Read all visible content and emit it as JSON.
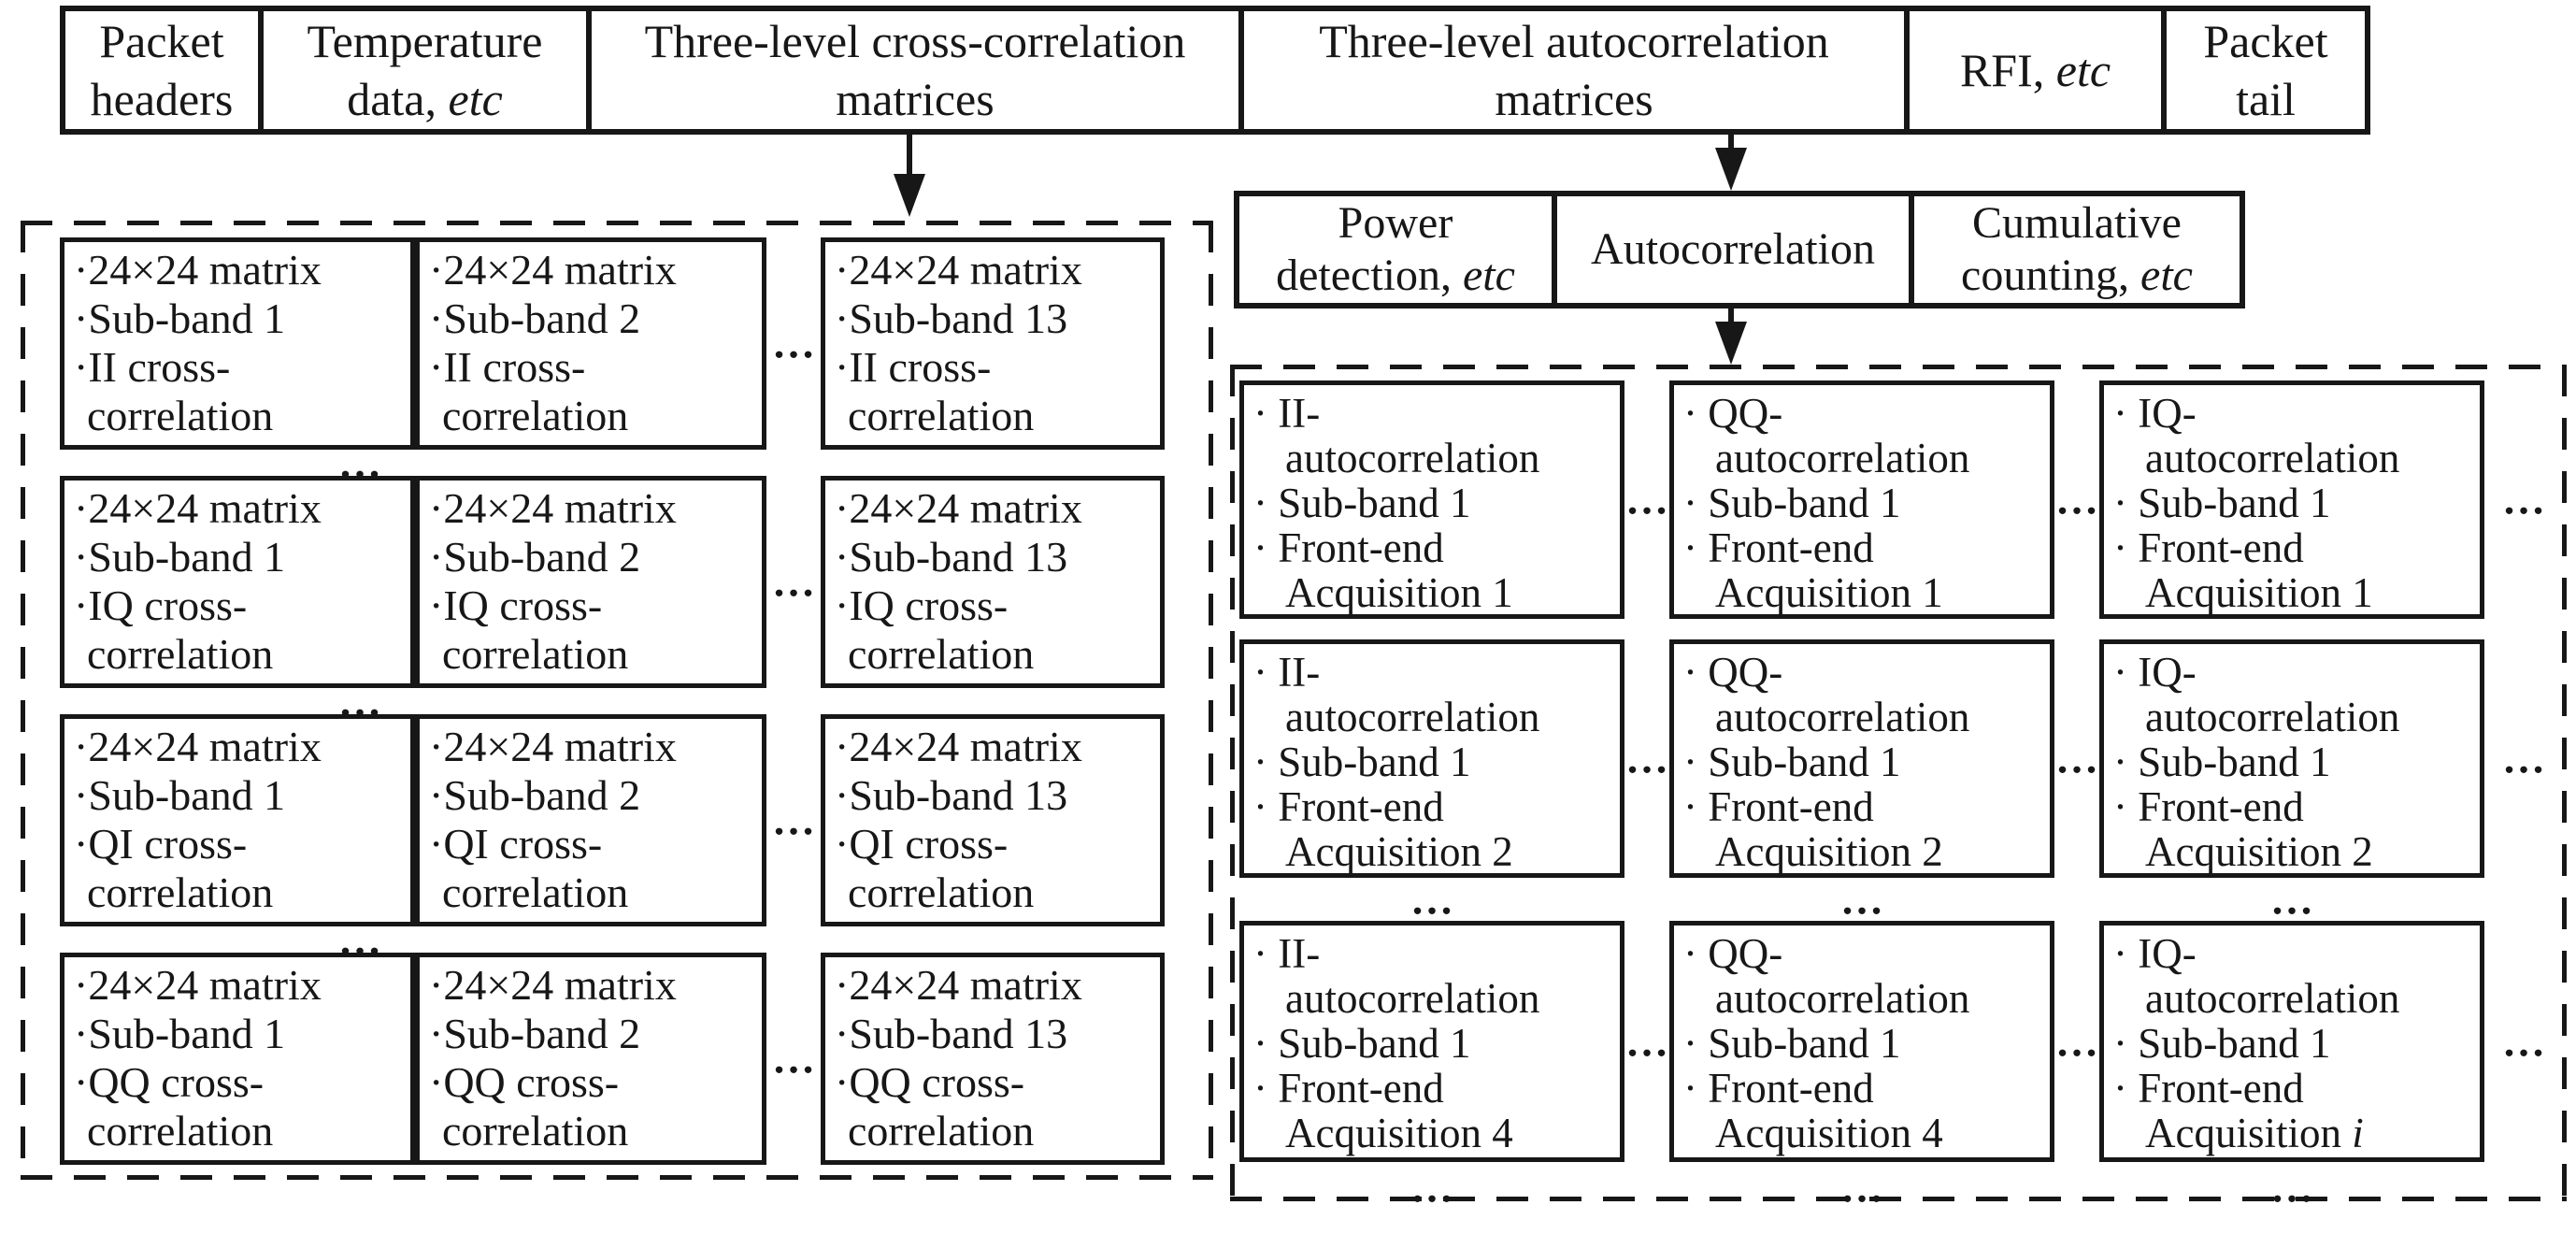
{
  "figure_title": "Data packet structure with three-level cross-correlation and autocorrelation matrices",
  "colors": {
    "ink": "#171717",
    "background": "#ffffff"
  },
  "symbols": {
    "ellipsis": "…",
    "bullet": "·"
  },
  "packet_row": {
    "cells": [
      {
        "name": "packet-headers",
        "lines": [
          {
            "segs": [
              {
                "t": "Packet"
              }
            ]
          },
          {
            "segs": [
              {
                "t": "headers"
              }
            ]
          }
        ]
      },
      {
        "name": "temperature-data",
        "lines": [
          {
            "segs": [
              {
                "t": "Temperature"
              }
            ]
          },
          {
            "segs": [
              {
                "t": "data, "
              },
              {
                "t": "etc",
                "italic": true
              }
            ]
          }
        ]
      },
      {
        "name": "cross-correlation-matrices",
        "lines": [
          {
            "segs": [
              {
                "t": "Three-level cross-correlation"
              }
            ]
          },
          {
            "segs": [
              {
                "t": "matrices"
              }
            ]
          }
        ]
      },
      {
        "name": "autocorrelation-matrices",
        "lines": [
          {
            "segs": [
              {
                "t": "Three-level autocorrelation"
              }
            ]
          },
          {
            "segs": [
              {
                "t": "matrices"
              }
            ]
          }
        ]
      },
      {
        "name": "rfi",
        "lines": [
          {
            "segs": [
              {
                "t": "RFI, "
              },
              {
                "t": "etc",
                "italic": true
              }
            ]
          }
        ]
      },
      {
        "name": "packet-tail",
        "lines": [
          {
            "segs": [
              {
                "t": "Packet"
              }
            ]
          },
          {
            "segs": [
              {
                "t": "tail"
              }
            ]
          }
        ]
      }
    ]
  },
  "process_row": {
    "cells": [
      {
        "name": "power-detection",
        "lines": [
          {
            "segs": [
              {
                "t": "Power"
              }
            ]
          },
          {
            "segs": [
              {
                "t": "detection, "
              },
              {
                "t": "etc",
                "italic": true
              }
            ]
          }
        ]
      },
      {
        "name": "autocorrelation",
        "lines": [
          {
            "segs": [
              {
                "t": "Autocorrelation"
              }
            ]
          }
        ]
      },
      {
        "name": "cumulative-counting",
        "lines": [
          {
            "segs": [
              {
                "t": "Cumulative"
              }
            ]
          },
          {
            "segs": [
              {
                "t": "counting, "
              },
              {
                "t": "etc",
                "italic": true
              }
            ]
          }
        ]
      }
    ]
  },
  "cross_grid": {
    "boxes": [
      {
        "name": "cross-II-subband-1",
        "row": 0,
        "col": 0,
        "lines": [
          {
            "segs": [
              {
                "t": "·24×24 matrix"
              }
            ]
          },
          {
            "segs": [
              {
                "t": "·Sub-band 1"
              }
            ]
          },
          {
            "segs": [
              {
                "t": "·II cross-"
              }
            ]
          },
          {
            "segs": [
              {
                "t": "correlation"
              }
            ],
            "cont": true
          }
        ]
      },
      {
        "name": "cross-II-subband-2",
        "row": 0,
        "col": 1,
        "lines": [
          {
            "segs": [
              {
                "t": "·24×24 matrix"
              }
            ]
          },
          {
            "segs": [
              {
                "t": "·Sub-band 2"
              }
            ]
          },
          {
            "segs": [
              {
                "t": "·II cross-"
              }
            ]
          },
          {
            "segs": [
              {
                "t": "correlation"
              }
            ],
            "cont": true
          }
        ]
      },
      {
        "name": "cross-II-subband-13",
        "row": 0,
        "col": 2,
        "lines": [
          {
            "segs": [
              {
                "t": "·24×24 matrix"
              }
            ]
          },
          {
            "segs": [
              {
                "t": "·Sub-band 13"
              }
            ]
          },
          {
            "segs": [
              {
                "t": "·II cross-"
              }
            ]
          },
          {
            "segs": [
              {
                "t": "correlation"
              }
            ],
            "cont": true
          }
        ]
      },
      {
        "name": "cross-IQ-subband-1",
        "row": 1,
        "col": 0,
        "lines": [
          {
            "segs": [
              {
                "t": "·24×24 matrix"
              }
            ]
          },
          {
            "segs": [
              {
                "t": "·Sub-band 1"
              }
            ]
          },
          {
            "segs": [
              {
                "t": "·IQ cross-"
              }
            ]
          },
          {
            "segs": [
              {
                "t": "correlation"
              }
            ],
            "cont": true
          }
        ]
      },
      {
        "name": "cross-IQ-subband-2",
        "row": 1,
        "col": 1,
        "lines": [
          {
            "segs": [
              {
                "t": "·24×24 matrix"
              }
            ]
          },
          {
            "segs": [
              {
                "t": "·Sub-band 2"
              }
            ]
          },
          {
            "segs": [
              {
                "t": "·IQ cross-"
              }
            ]
          },
          {
            "segs": [
              {
                "t": "correlation"
              }
            ],
            "cont": true
          }
        ]
      },
      {
        "name": "cross-IQ-subband-13",
        "row": 1,
        "col": 2,
        "lines": [
          {
            "segs": [
              {
                "t": "·24×24 matrix"
              }
            ]
          },
          {
            "segs": [
              {
                "t": "·Sub-band 13"
              }
            ]
          },
          {
            "segs": [
              {
                "t": "·IQ cross-"
              }
            ]
          },
          {
            "segs": [
              {
                "t": "correlation"
              }
            ],
            "cont": true
          }
        ]
      },
      {
        "name": "cross-QI-subband-1",
        "row": 2,
        "col": 0,
        "lines": [
          {
            "segs": [
              {
                "t": "·24×24 matrix"
              }
            ]
          },
          {
            "segs": [
              {
                "t": "·Sub-band 1"
              }
            ]
          },
          {
            "segs": [
              {
                "t": "·QI cross-"
              }
            ]
          },
          {
            "segs": [
              {
                "t": "correlation"
              }
            ],
            "cont": true
          }
        ]
      },
      {
        "name": "cross-QI-subband-2",
        "row": 2,
        "col": 1,
        "lines": [
          {
            "segs": [
              {
                "t": "·24×24 matrix"
              }
            ]
          },
          {
            "segs": [
              {
                "t": "·Sub-band 2"
              }
            ]
          },
          {
            "segs": [
              {
                "t": "·QI cross-"
              }
            ]
          },
          {
            "segs": [
              {
                "t": "correlation"
              }
            ],
            "cont": true
          }
        ]
      },
      {
        "name": "cross-QI-subband-13",
        "row": 2,
        "col": 2,
        "lines": [
          {
            "segs": [
              {
                "t": "·24×24 matrix"
              }
            ]
          },
          {
            "segs": [
              {
                "t": "·Sub-band 13"
              }
            ]
          },
          {
            "segs": [
              {
                "t": "·QI cross-"
              }
            ]
          },
          {
            "segs": [
              {
                "t": "correlation"
              }
            ],
            "cont": true
          }
        ]
      },
      {
        "name": "cross-QQ-subband-1",
        "row": 3,
        "col": 0,
        "lines": [
          {
            "segs": [
              {
                "t": "·24×24 matrix"
              }
            ]
          },
          {
            "segs": [
              {
                "t": "·Sub-band 1"
              }
            ]
          },
          {
            "segs": [
              {
                "t": "·QQ cross-"
              }
            ]
          },
          {
            "segs": [
              {
                "t": "correlation"
              }
            ],
            "cont": true
          }
        ]
      },
      {
        "name": "cross-QQ-subband-2",
        "row": 3,
        "col": 1,
        "lines": [
          {
            "segs": [
              {
                "t": "·24×24 matrix"
              }
            ]
          },
          {
            "segs": [
              {
                "t": "·Sub-band 2"
              }
            ]
          },
          {
            "segs": [
              {
                "t": "·QQ cross-"
              }
            ]
          },
          {
            "segs": [
              {
                "t": "correlation"
              }
            ],
            "cont": true
          }
        ]
      },
      {
        "name": "cross-QQ-subband-13",
        "row": 3,
        "col": 2,
        "lines": [
          {
            "segs": [
              {
                "t": "·24×24 matrix"
              }
            ]
          },
          {
            "segs": [
              {
                "t": "·Sub-band 13"
              }
            ]
          },
          {
            "segs": [
              {
                "t": "·QQ cross-"
              }
            ]
          },
          {
            "segs": [
              {
                "t": "correlation"
              }
            ],
            "cont": true
          }
        ]
      }
    ]
  },
  "auto_grid": {
    "boxes": [
      {
        "name": "auto-II-acq-1",
        "row": 0,
        "col": 0,
        "lines": [
          {
            "segs": [
              {
                "t": "· II-"
              }
            ]
          },
          {
            "segs": [
              {
                "t": "autocorrelation"
              }
            ],
            "cont": true
          },
          {
            "segs": [
              {
                "t": "· Sub-band 1"
              }
            ]
          },
          {
            "segs": [
              {
                "t": "· Front-end"
              }
            ]
          },
          {
            "segs": [
              {
                "t": "Acquisition 1"
              }
            ],
            "cont": true
          }
        ]
      },
      {
        "name": "auto-QQ-acq-1",
        "row": 0,
        "col": 1,
        "lines": [
          {
            "segs": [
              {
                "t": "· QQ-"
              }
            ]
          },
          {
            "segs": [
              {
                "t": "autocorrelation"
              }
            ],
            "cont": true
          },
          {
            "segs": [
              {
                "t": "· Sub-band 1"
              }
            ]
          },
          {
            "segs": [
              {
                "t": "· Front-end"
              }
            ]
          },
          {
            "segs": [
              {
                "t": "Acquisition 1"
              }
            ],
            "cont": true
          }
        ]
      },
      {
        "name": "auto-IQ-acq-1",
        "row": 0,
        "col": 2,
        "lines": [
          {
            "segs": [
              {
                "t": "· IQ-"
              }
            ]
          },
          {
            "segs": [
              {
                "t": "autocorrelation"
              }
            ],
            "cont": true
          },
          {
            "segs": [
              {
                "t": "· Sub-band 1"
              }
            ]
          },
          {
            "segs": [
              {
                "t": "· Front-end"
              }
            ]
          },
          {
            "segs": [
              {
                "t": "Acquisition 1"
              }
            ],
            "cont": true
          }
        ]
      },
      {
        "name": "auto-II-acq-2",
        "row": 1,
        "col": 0,
        "lines": [
          {
            "segs": [
              {
                "t": "· II-"
              }
            ]
          },
          {
            "segs": [
              {
                "t": "autocorrelation"
              }
            ],
            "cont": true
          },
          {
            "segs": [
              {
                "t": "· Sub-band 1"
              }
            ]
          },
          {
            "segs": [
              {
                "t": "· Front-end"
              }
            ]
          },
          {
            "segs": [
              {
                "t": "Acquisition 2"
              }
            ],
            "cont": true
          }
        ]
      },
      {
        "name": "auto-QQ-acq-2",
        "row": 1,
        "col": 1,
        "lines": [
          {
            "segs": [
              {
                "t": "· QQ-"
              }
            ]
          },
          {
            "segs": [
              {
                "t": "autocorrelation"
              }
            ],
            "cont": true
          },
          {
            "segs": [
              {
                "t": "· Sub-band 1"
              }
            ]
          },
          {
            "segs": [
              {
                "t": "· Front-end"
              }
            ]
          },
          {
            "segs": [
              {
                "t": "Acquisition 2"
              }
            ],
            "cont": true
          }
        ]
      },
      {
        "name": "auto-IQ-acq-2",
        "row": 1,
        "col": 2,
        "lines": [
          {
            "segs": [
              {
                "t": "· IQ-"
              }
            ]
          },
          {
            "segs": [
              {
                "t": "autocorrelation"
              }
            ],
            "cont": true
          },
          {
            "segs": [
              {
                "t": "· Sub-band 1"
              }
            ]
          },
          {
            "segs": [
              {
                "t": "· Front-end"
              }
            ]
          },
          {
            "segs": [
              {
                "t": "Acquisition 2"
              }
            ],
            "cont": true
          }
        ]
      },
      {
        "name": "auto-II-acq-4",
        "row": 2,
        "col": 0,
        "lines": [
          {
            "segs": [
              {
                "t": "· II-"
              }
            ]
          },
          {
            "segs": [
              {
                "t": "autocorrelation"
              }
            ],
            "cont": true
          },
          {
            "segs": [
              {
                "t": "· Sub-band 1"
              }
            ]
          },
          {
            "segs": [
              {
                "t": "· Front-end"
              }
            ]
          },
          {
            "segs": [
              {
                "t": "Acquisition 4"
              }
            ],
            "cont": true
          }
        ]
      },
      {
        "name": "auto-QQ-acq-4",
        "row": 2,
        "col": 1,
        "lines": [
          {
            "segs": [
              {
                "t": "· QQ-"
              }
            ]
          },
          {
            "segs": [
              {
                "t": "autocorrelation"
              }
            ],
            "cont": true
          },
          {
            "segs": [
              {
                "t": "· Sub-band 1"
              }
            ]
          },
          {
            "segs": [
              {
                "t": "· Front-end"
              }
            ]
          },
          {
            "segs": [
              {
                "t": "Acquisition 4"
              }
            ],
            "cont": true
          }
        ]
      },
      {
        "name": "auto-IQ-acq-i",
        "row": 2,
        "col": 2,
        "lines": [
          {
            "segs": [
              {
                "t": "· IQ-"
              }
            ]
          },
          {
            "segs": [
              {
                "t": "autocorrelation"
              }
            ],
            "cont": true
          },
          {
            "segs": [
              {
                "t": "· Sub-band 1"
              }
            ]
          },
          {
            "segs": [
              {
                "t": "· Front-end"
              }
            ]
          },
          {
            "segs": [
              {
                "t": "Acquisition "
              },
              {
                "t": "i",
                "italic": true
              }
            ],
            "cont": true
          }
        ]
      }
    ]
  }
}
